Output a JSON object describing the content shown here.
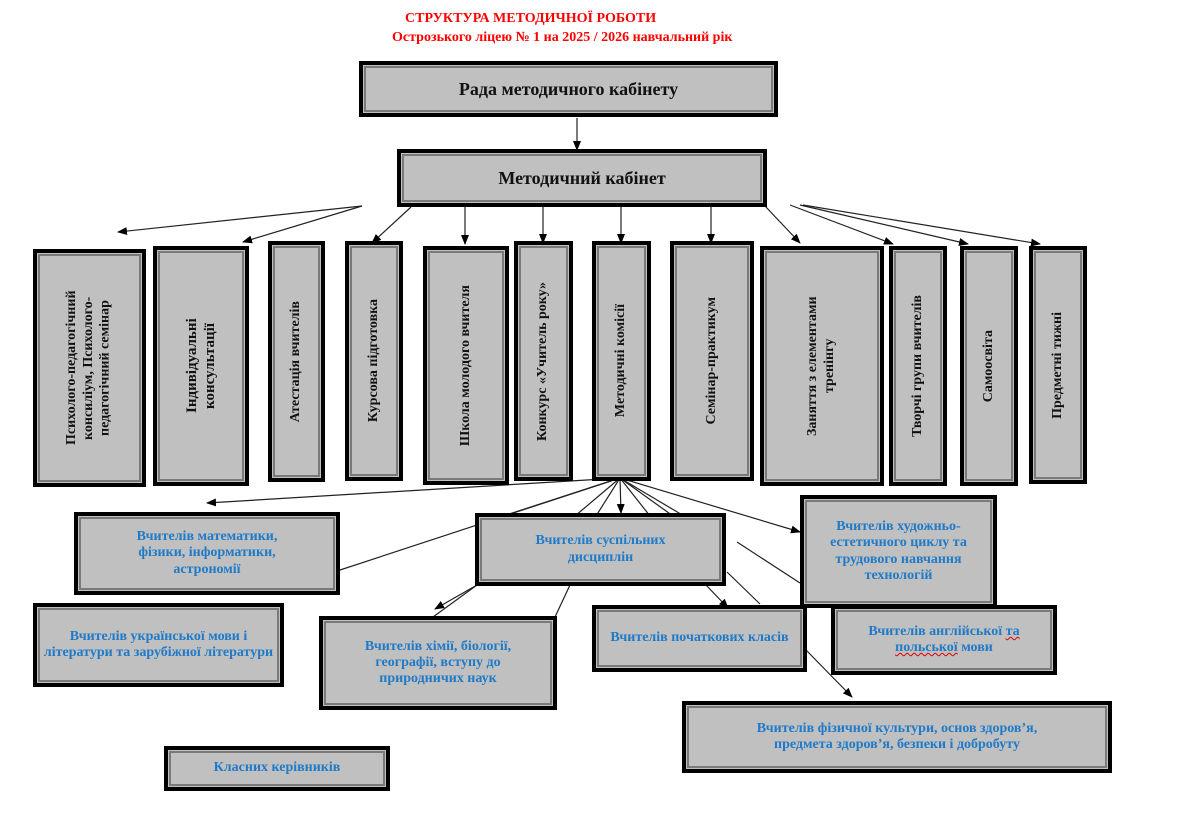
{
  "header": {
    "title": "СТРУКТУРА  МЕТОДИЧНОЇ РОБОТИ",
    "subtitle": "Острозького ліцею № 1 на 2025 / 2026 навчальний рік"
  },
  "colors": {
    "title": "#ff0000",
    "box_fill": "#c0c0c0",
    "box_border": "#000000",
    "blue_text": "#1f7ac8"
  },
  "top": {
    "council": "Рада методичного кабінету",
    "cabinet": "Методичний кабінет"
  },
  "forms": [
    "Психолого-педагогічний консиліум, Психолого-педагогічний семінар",
    "Індивідуальні консультації",
    "Атестація вчителів",
    "Курсова підготовка",
    "Школа молодого вчителя",
    "Конкурс  «Учитель року»",
    "Методичні комісії",
    "Семінар-практикум",
    "Заняття з елементами тренінгу",
    "Творчі групи вчителів",
    "Самоосвіта",
    "Предметні тижні"
  ],
  "commissions": {
    "math": "Вчителів математики, фізики, інформатики, астрономії",
    "social": "Вчителів суспільних дисциплін",
    "arts": "Вчителів художньо-естетичного циклу та трудового навчання технологій",
    "ukrainian": "Вчителів української мови і літератури та зарубіжної літератури",
    "science": "Вчителів хімії, біології, географії, вступу до природничих наук",
    "primary": "Вчителів початкових класів",
    "english_a": "Вчителів англійської ",
    "english_b": "та",
    "english_c": "польської",
    "english_d": " мови",
    "pe": "Вчителів фізичної культури,  основ здоров’я, предмета здоров’я, безпеки і добробуту",
    "homeroom": "Класних керівників"
  }
}
